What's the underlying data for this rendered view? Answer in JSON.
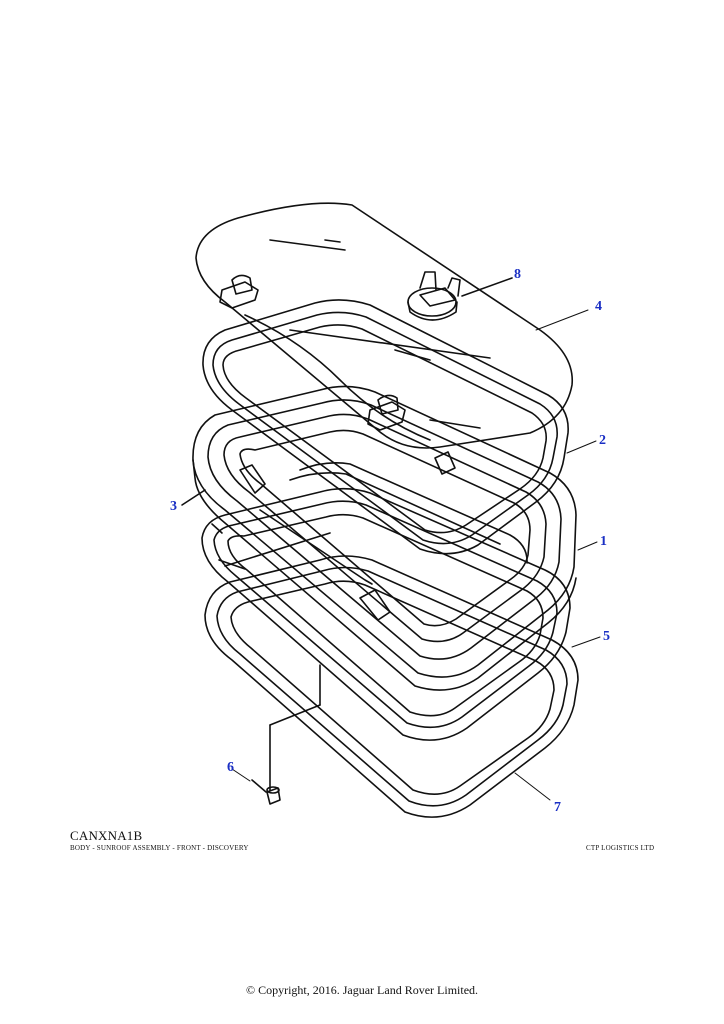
{
  "diagram": {
    "code": "CANXNA1B",
    "caption": "BODY - SUNROOF ASSEMBLY - FRONT - DISCOVERY",
    "company": "CTP LOGISTICS LTD",
    "copyright": "© Copyright, 2016. Jaguar Land Rover Limited.",
    "callouts": [
      "1",
      "2",
      "3",
      "4",
      "5",
      "6",
      "7",
      "8"
    ],
    "callout_color": "#1a2fc4",
    "line_color": "#111111"
  }
}
